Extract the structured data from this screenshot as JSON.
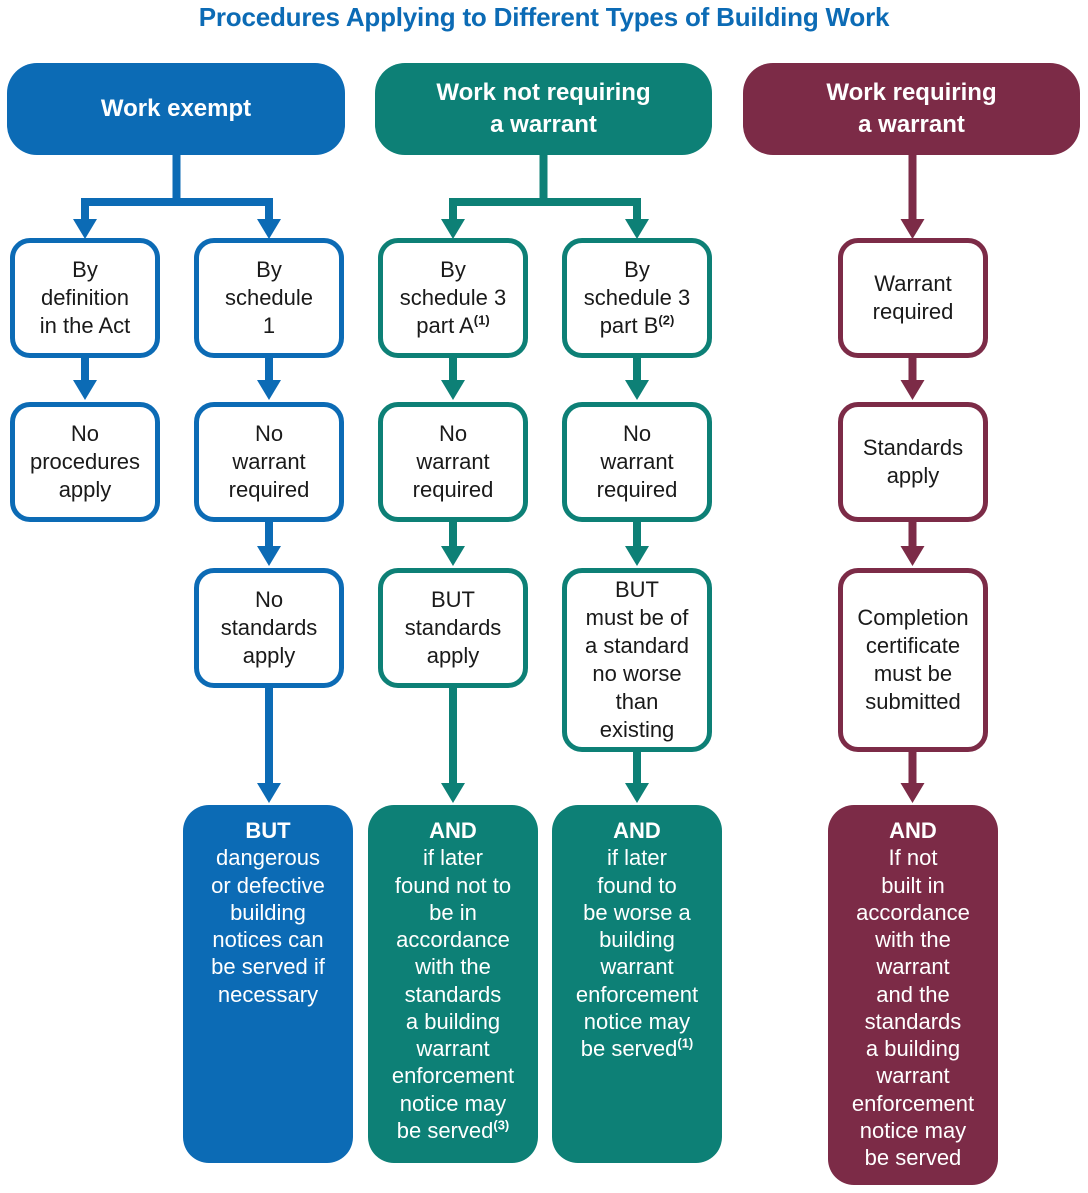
{
  "title": "Procedures Applying to Different Types of Building Work",
  "colors": {
    "blue": "#0c6bb5",
    "teal": "#0d8076",
    "maroon": "#7c2b47"
  },
  "headers": {
    "exempt": "Work exempt",
    "not_requiring": "Work not requiring\na warrant",
    "requiring": "Work requiring\na warrant"
  },
  "boxes": {
    "by_definition": "By\ndefinition\nin the Act",
    "by_schedule_1": "By\nschedule\n1",
    "by_schedule_3a": {
      "text": "By\nschedule 3\npart A",
      "sup": "(1)"
    },
    "by_schedule_3b": {
      "text": "By\nschedule 3\npart B",
      "sup": "(2)"
    },
    "warrant_required": "Warrant\nrequired",
    "no_procedures_apply": "No\nprocedures\napply",
    "no_warrant_required_1": "No\nwarrant\nrequired",
    "no_warrant_required_2": "No\nwarrant\nrequired",
    "no_warrant_required_3": "No\nwarrant\nrequired",
    "standards_apply": "Standards\napply",
    "no_standards_apply": "No\nstandards\napply",
    "but_standards_apply": "BUT\nstandards\napply",
    "but_no_worse": "BUT\nmust be of\na standard\nno worse\nthan\nexisting",
    "completion_certificate": "Completion\ncertificate\nmust be\nsubmitted",
    "outcome_exempt": {
      "lead": "BUT",
      "text": "dangerous\nor defective\nbuilding\nnotices can\nbe served if\nnecessary"
    },
    "outcome_schedule_3a": {
      "lead": "AND",
      "text": "if later\nfound not to\nbe in\naccordance\nwith the\nstandards\na building\nwarrant\nenforcement\nnotice may\nbe served",
      "sup": "(3)"
    },
    "outcome_schedule_3b": {
      "lead": "AND",
      "text": "if later\nfound to\nbe worse a\nbuilding\nwarrant\nenforcement\nnotice may\nbe served",
      "sup": "(1)"
    },
    "outcome_warrant": {
      "lead": "AND",
      "text": "If not\nbuilt in\naccordance\nwith the\nwarrant\nand the\nstandards\na building\nwarrant\nenforcement\nnotice may\nbe served"
    }
  }
}
